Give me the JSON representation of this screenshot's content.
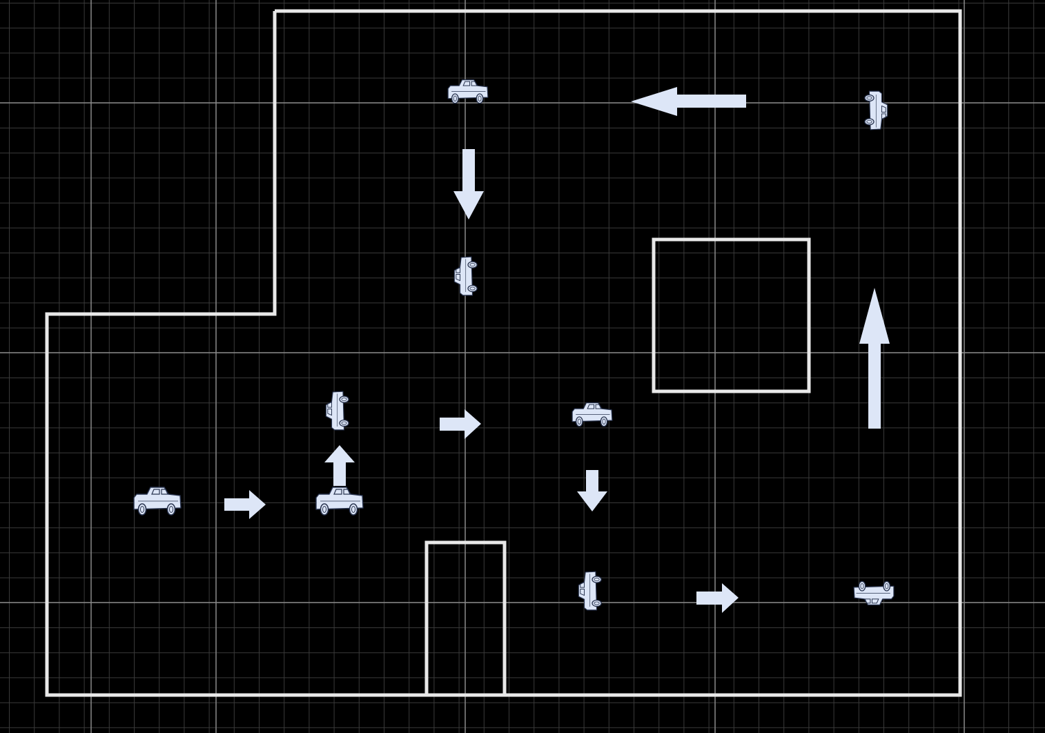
{
  "colors": {
    "background": "#000000",
    "wall": "#e8e8e8",
    "grid_minor": "#3a3a3a",
    "grid_major": "#8a8a8a",
    "icon_fill": "#dde6f7",
    "icon_stroke": "#2a3550"
  },
  "diagram": {
    "icon_legend": {
      "car": "car-icon",
      "arrow": "arrow-icon"
    },
    "cars": [
      {
        "id": "car-1",
        "heading": "east"
      },
      {
        "id": "car-2",
        "heading": "east"
      },
      {
        "id": "car-3",
        "heading": "north"
      },
      {
        "id": "car-4",
        "heading": "east"
      },
      {
        "id": "car-5",
        "heading": "south"
      },
      {
        "id": "car-6",
        "heading": "south"
      },
      {
        "id": "car-7",
        "heading": "west"
      },
      {
        "id": "car-8",
        "heading": "east"
      },
      {
        "id": "car-9",
        "heading": "north"
      }
    ],
    "moves": [
      {
        "id": "move-1",
        "direction": "right"
      },
      {
        "id": "move-2",
        "direction": "up"
      },
      {
        "id": "move-3",
        "direction": "right"
      },
      {
        "id": "move-4",
        "direction": "down"
      },
      {
        "id": "move-5",
        "direction": "right"
      },
      {
        "id": "move-6",
        "direction": "up"
      },
      {
        "id": "move-7",
        "direction": "left"
      },
      {
        "id": "move-8",
        "direction": "down"
      }
    ]
  }
}
